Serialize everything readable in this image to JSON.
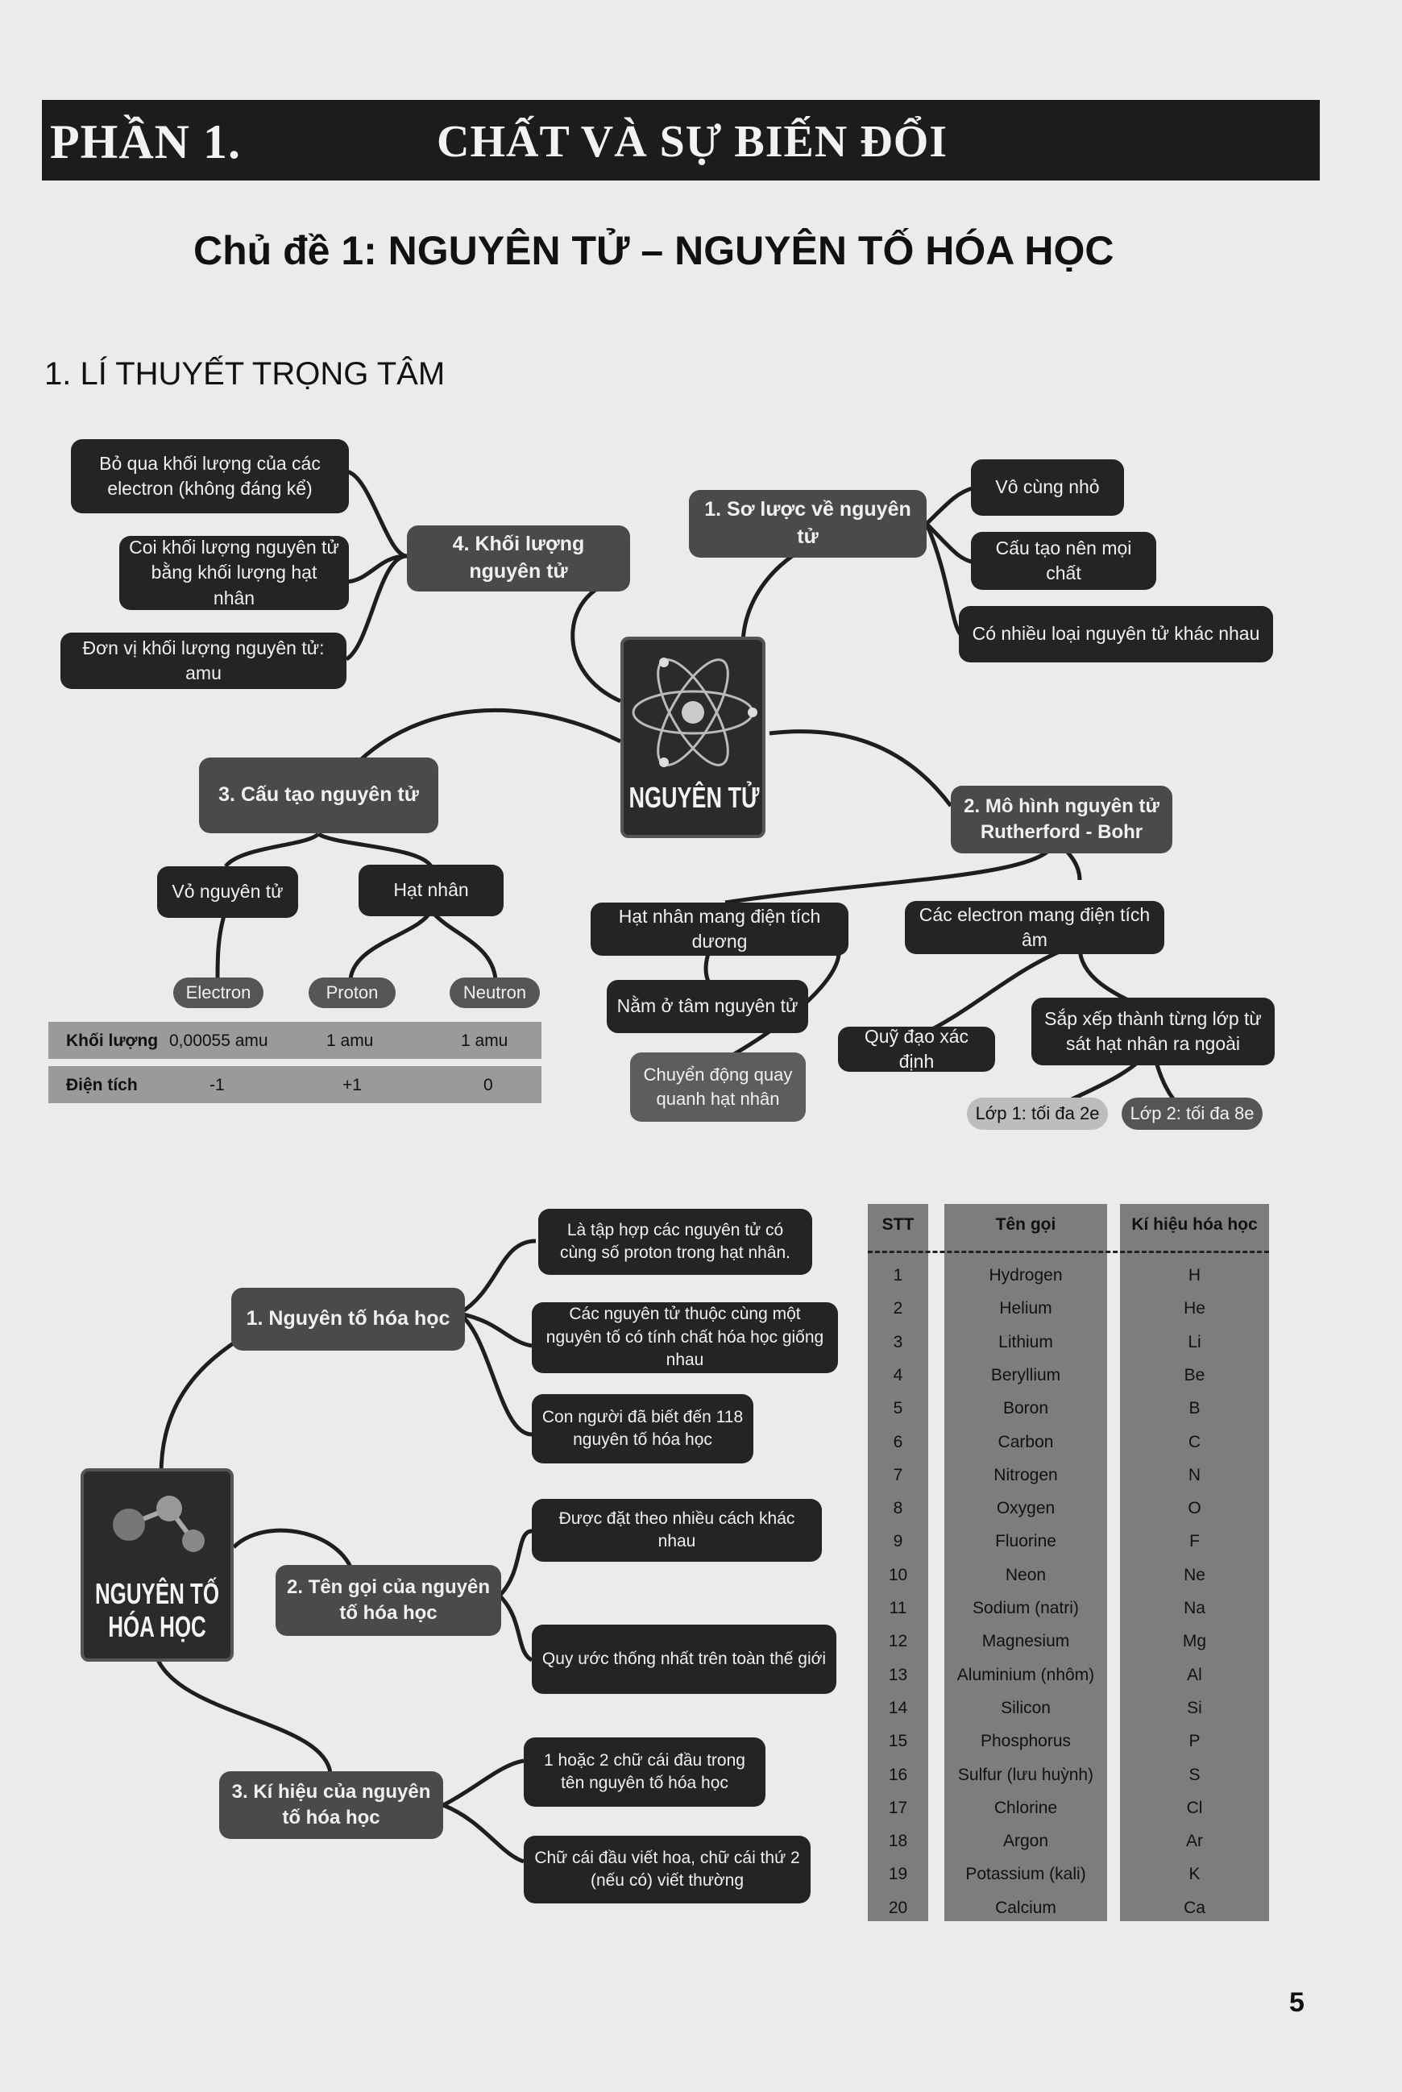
{
  "header": {
    "part": "PHẦN 1.",
    "chapter": "CHẤT VÀ SỰ BIẾN ĐỔI"
  },
  "topic": "Chủ đề 1: NGUYÊN TỬ – NGUYÊN TỐ HÓA HỌC",
  "section": "1. LÍ THUYẾT TRỌNG TÂM",
  "atom_map": {
    "center": "NGUYÊN TỬ",
    "overview": {
      "title": "1. Sơ lược về nguyên tử",
      "items": [
        "Vô cùng nhỏ",
        "Cấu tạo nên mọi chất",
        "Có nhiều loại nguyên tử khác nhau"
      ]
    },
    "mass": {
      "title": "4. Khối lượng nguyên tử",
      "items": [
        "Bỏ qua khối lượng của các electron (không đáng kể)",
        "Coi khối lượng nguyên tử bằng khối lượng hạt nhân",
        "Đơn vị khối lượng nguyên tử: amu"
      ]
    },
    "structure": {
      "title": "3. Cấu tạo nguyên tử",
      "shell": "Vỏ nguyên tử",
      "nucleus": "Hạt nhân",
      "particles": [
        "Electron",
        "Proton",
        "Neutron"
      ]
    },
    "properties": [
      {
        "label": "Khối lượng",
        "values": [
          "0,00055 amu",
          "1 amu",
          "1 amu"
        ]
      },
      {
        "label": "Điện tích",
        "values": [
          "-1",
          "+1",
          "0"
        ]
      }
    ],
    "model": {
      "title": "2. Mô hình nguyên tử Rutherford - Bohr",
      "nucleus_charge": "Hạt nhân mang điện tích dương",
      "electron_charge": "Các electron mang điện tích âm",
      "center_pos": "Nằm ở tâm nguyên tử",
      "motion": "Chuyển động quay quanh hạt nhân",
      "orbit": "Quỹ đạo xác định",
      "layers": "Sắp xếp thành từng lớp từ sát hạt nhân ra ngoài",
      "layer1": "Lớp 1: tối đa 2e",
      "layer2": "Lớp 2: tối đa 8e"
    }
  },
  "element_map": {
    "center": "NGUYÊN TỐ HÓA HỌC",
    "def": {
      "title": "1. Nguyên tố hóa học",
      "items": [
        "Là tập hợp các nguyên tử có cùng số proton trong hạt nhân.",
        "Các nguyên tử thuộc cùng một nguyên tố có tính chất hóa học giống nhau",
        "Con người đã biết đến 118 nguyên tố hóa học"
      ]
    },
    "naming": {
      "title": "2. Tên gọi của nguyên tố hóa học",
      "items": [
        "Được đặt theo nhiều cách khác nhau",
        "Quy ước thống nhất trên toàn thế giới"
      ]
    },
    "symbol": {
      "title": "3. Kí hiệu của nguyên tố hóa học",
      "items": [
        "1 hoặc 2 chữ cái đầu trong tên nguyên tố hóa học",
        "Chữ cái đầu viết hoa, chữ cái thứ 2 (nếu có) viết thường"
      ]
    }
  },
  "element_table": {
    "headers": [
      "STT",
      "Tên gọi",
      "Kí hiệu hóa học"
    ],
    "rows": [
      [
        "1",
        "Hydrogen",
        "H"
      ],
      [
        "2",
        "Helium",
        "He"
      ],
      [
        "3",
        "Lithium",
        "Li"
      ],
      [
        "4",
        "Beryllium",
        "Be"
      ],
      [
        "5",
        "Boron",
        "B"
      ],
      [
        "6",
        "Carbon",
        "C"
      ],
      [
        "7",
        "Nitrogen",
        "N"
      ],
      [
        "8",
        "Oxygen",
        "O"
      ],
      [
        "9",
        "Fluorine",
        "F"
      ],
      [
        "10",
        "Neon",
        "Ne"
      ],
      [
        "11",
        "Sodium (natri)",
        "Na"
      ],
      [
        "12",
        "Magnesium",
        "Mg"
      ],
      [
        "13",
        "Aluminium (nhôm)",
        "Al"
      ],
      [
        "14",
        "Silicon",
        "Si"
      ],
      [
        "15",
        "Phosphorus",
        "P"
      ],
      [
        "16",
        "Sulfur (lưu huỳnh)",
        "S"
      ],
      [
        "17",
        "Chlorine",
        "Cl"
      ],
      [
        "18",
        "Argon",
        "Ar"
      ],
      [
        "19",
        "Potassium (kali)",
        "K"
      ],
      [
        "20",
        "Calcium",
        "Ca"
      ]
    ]
  },
  "page_number": "5"
}
